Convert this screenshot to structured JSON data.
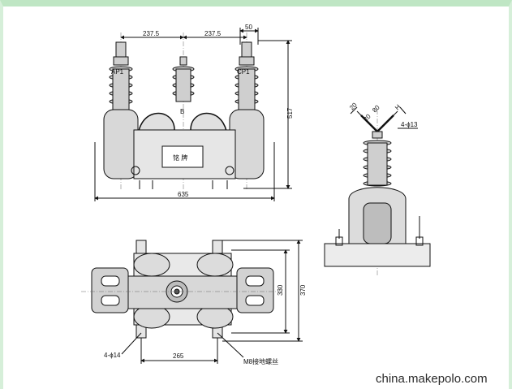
{
  "front": {
    "dim_left_span": "237.5",
    "dim_right_span": "237.5",
    "dim_top_right": "50",
    "dim_height": "517",
    "dim_width": "635",
    "label_left_bushing": "AP1",
    "label_right_bushing": "CP1",
    "label_center": "B",
    "nameplate": "铭 牌"
  },
  "side": {
    "dim_a": "20",
    "dim_b": "80",
    "dim_c": "20",
    "dim_h": "H",
    "holes": "4-ϕ13"
  },
  "bottom": {
    "dim_330": "330",
    "dim_370": "370",
    "dim_265": "265",
    "holes": "4-ϕ14",
    "ground_bolt": "M8接地螺丝"
  },
  "watermark": "china.makepolo.com"
}
